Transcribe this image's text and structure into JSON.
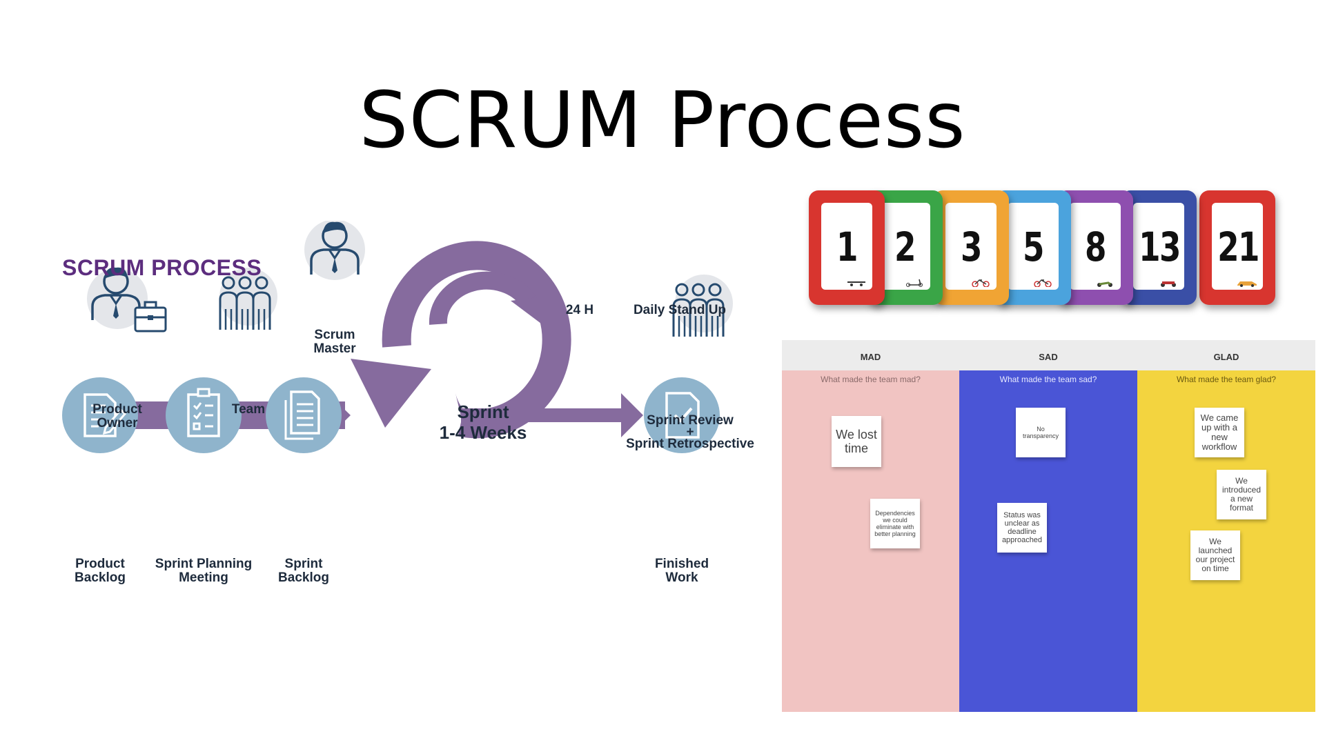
{
  "slide": {
    "title": "SCRUM Process"
  },
  "diagram": {
    "heading": "SCRUM PROCESS",
    "roles": {
      "product_owner": [
        "Product",
        "Owner"
      ],
      "team": [
        "Team"
      ],
      "scrum_master": [
        "Scrum",
        "Master"
      ]
    },
    "steps": {
      "product_backlog": [
        "Product",
        "Backlog"
      ],
      "sprint_planning": [
        "Sprint Planning",
        "Meeting"
      ],
      "sprint_backlog": [
        "Sprint",
        "Backlog"
      ],
      "finished_work": [
        "Finished",
        "Work"
      ]
    },
    "sprint": [
      "Sprint",
      "1-4 Weeks"
    ],
    "daily_cycle": "24 H",
    "daily_standup": "Daily Stand Up",
    "review": [
      "Sprint Review",
      "+",
      "Sprint Retrospective"
    ],
    "colors": {
      "purple": "#866b9e",
      "heading": "#5c2d7e",
      "circle": "#8fb4cc",
      "halo": "#e4e6ea",
      "icon": "#264a6e"
    }
  },
  "cards": [
    {
      "number": "1",
      "color": "#d8352f",
      "icon": "skateboard-icon"
    },
    {
      "number": "2",
      "color": "#3aa547",
      "icon": "scooter-icon"
    },
    {
      "number": "3",
      "color": "#f0a434",
      "icon": "bicycle-icon"
    },
    {
      "number": "5",
      "color": "#4ba3dd",
      "icon": "bicycle-icon"
    },
    {
      "number": "8",
      "color": "#8e4faf",
      "icon": "moped-icon"
    },
    {
      "number": "13",
      "color": "#3a4fa6",
      "icon": "motorcycle-icon"
    },
    {
      "number": "21",
      "color": "#d8352f",
      "icon": "car-icon"
    }
  ],
  "retro": {
    "columns": [
      {
        "title": "MAD",
        "prompt": "What made the team mad?",
        "color": "#f1c4c2",
        "prompt_color": "#8a6a6a",
        "notes": [
          {
            "text": "We lost time"
          },
          {
            "text": "Dependencies we could eliminate with better planning"
          }
        ]
      },
      {
        "title": "SAD",
        "prompt": "What made the team sad?",
        "color": "#4a55d6",
        "prompt_color": "#e8eaff",
        "notes": [
          {
            "text": "No transparency"
          },
          {
            "text": "Status was unclear as deadline approached"
          }
        ]
      },
      {
        "title": "GLAD",
        "prompt": "What made the team glad?",
        "color": "#f3d43f",
        "prompt_color": "#6b5a10",
        "notes": [
          {
            "text": "We came up with a new workflow"
          },
          {
            "text": "We introduced a new format"
          },
          {
            "text": "We launched our project on time"
          }
        ]
      }
    ]
  }
}
